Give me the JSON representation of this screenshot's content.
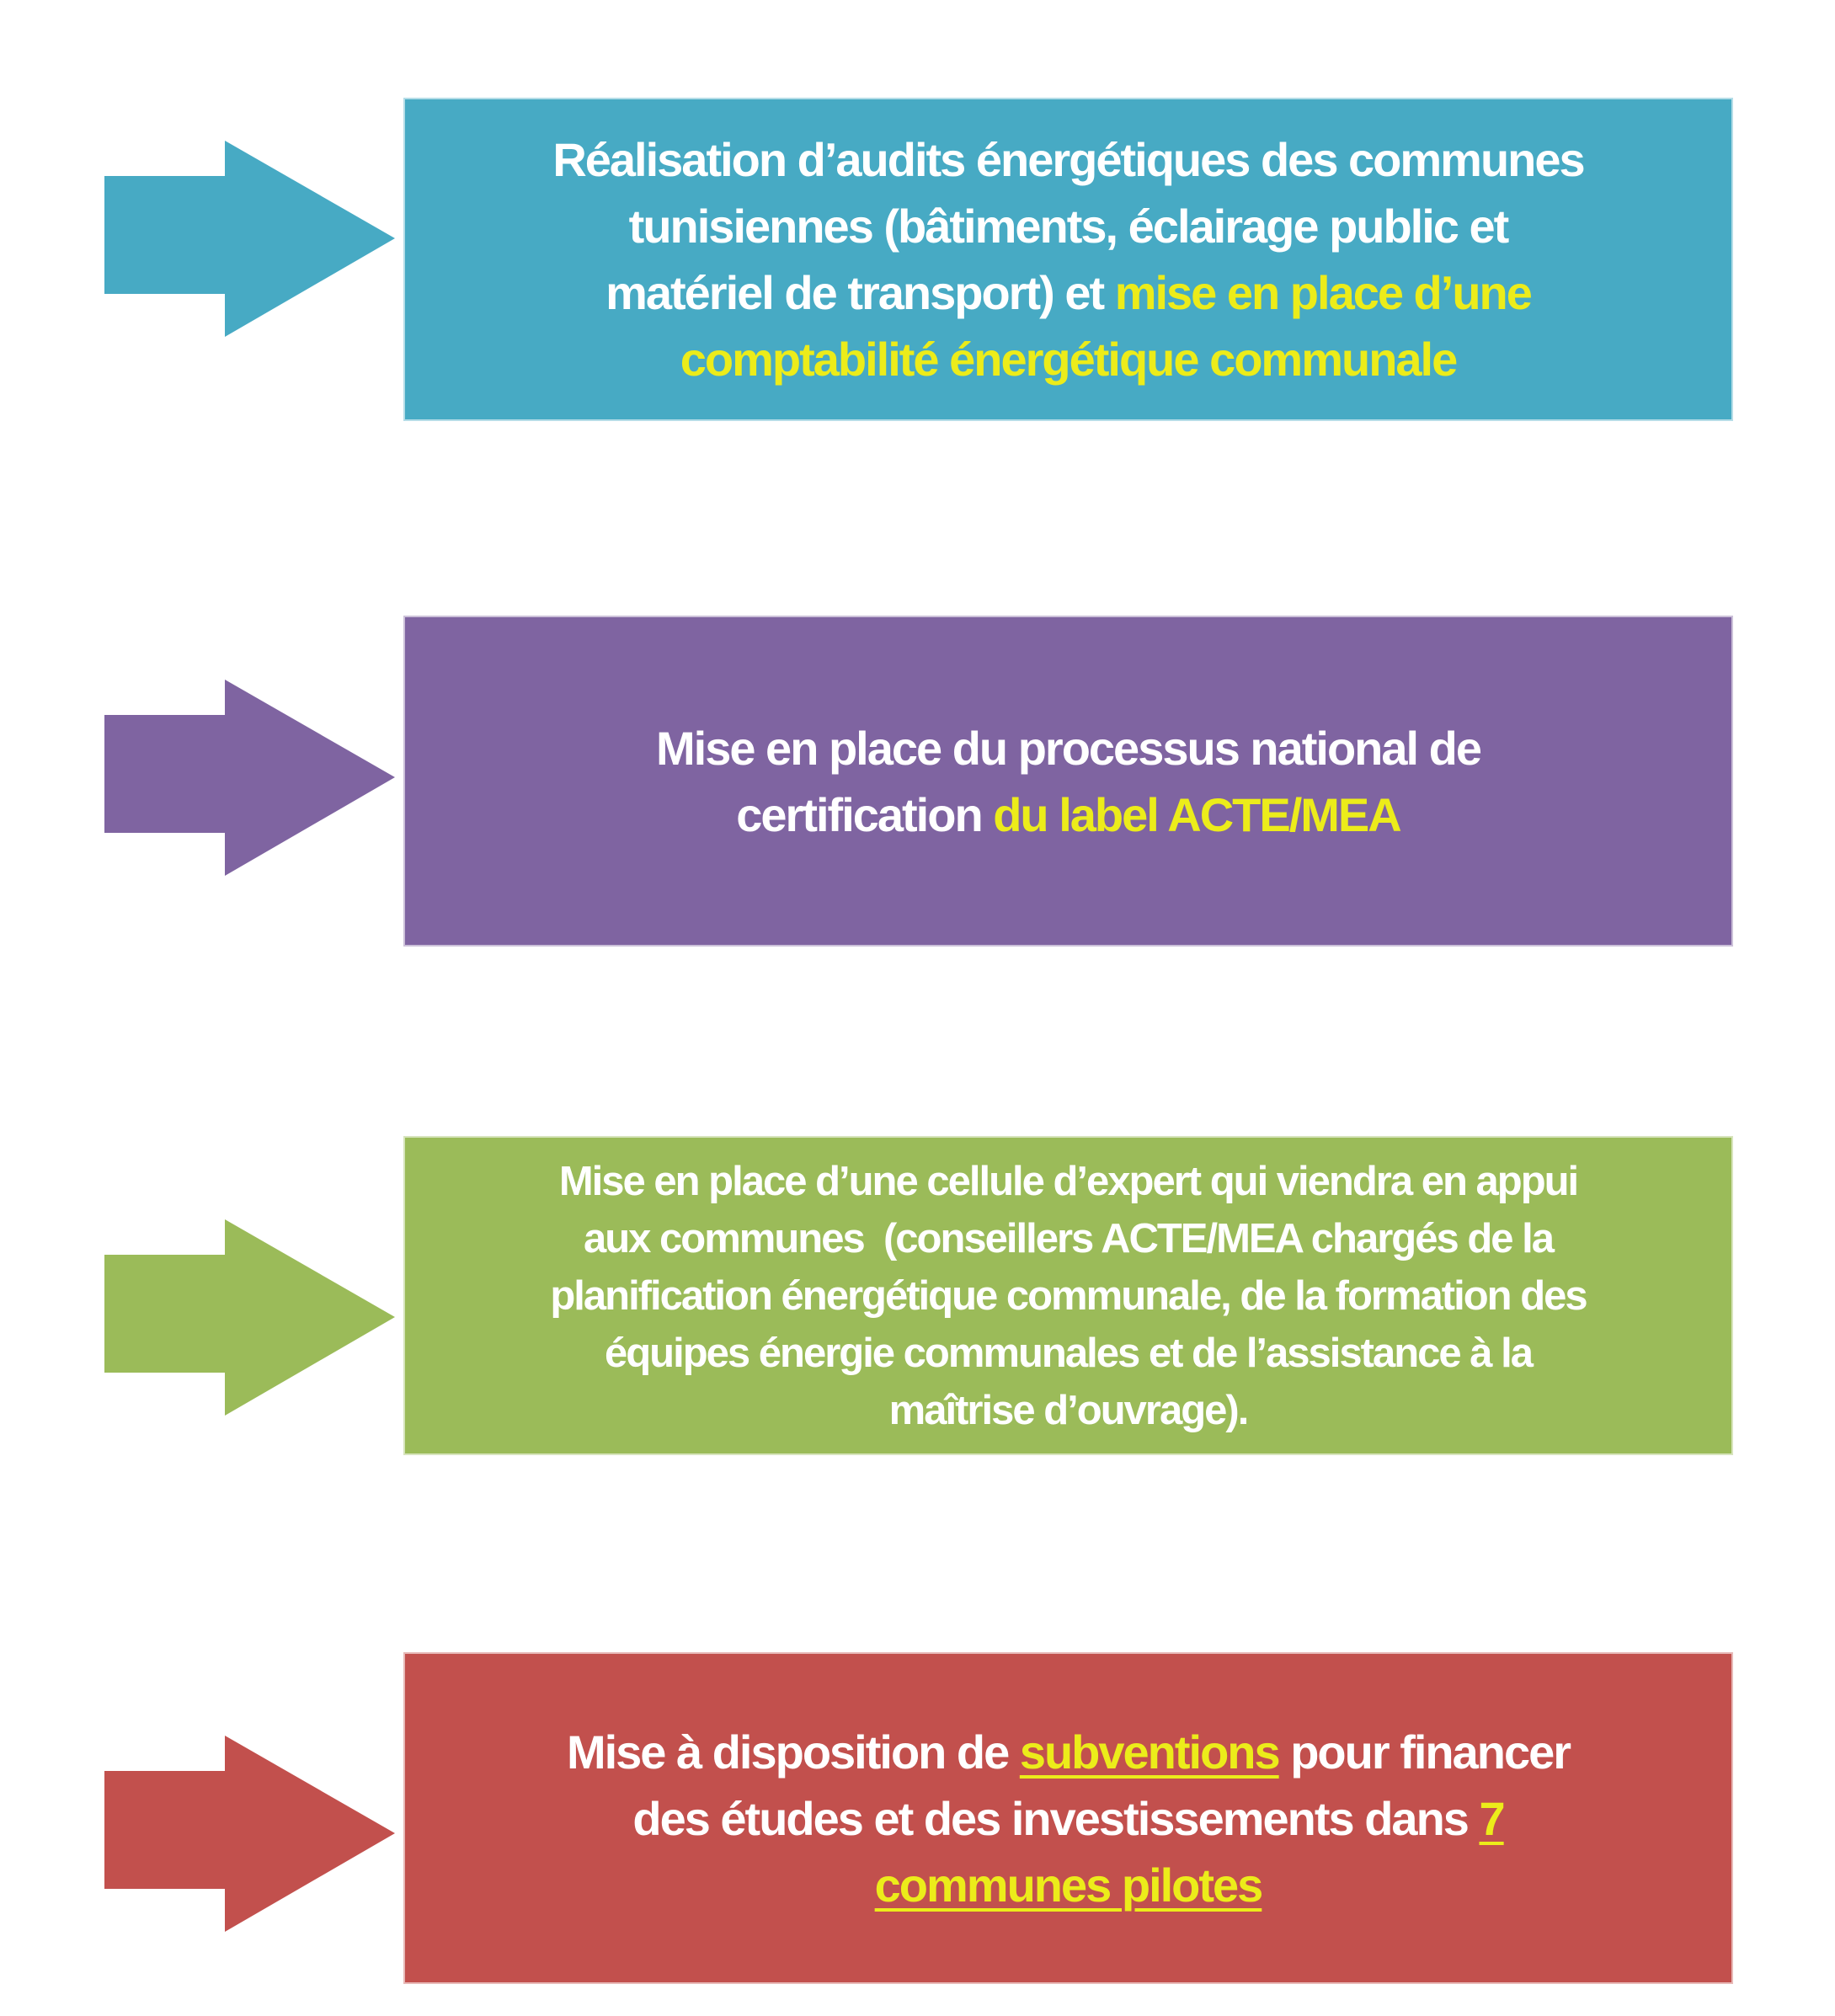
{
  "colors": {
    "step1": "#47aac4",
    "step2": "#7f64a1",
    "step3": "#9bbb59",
    "step4": "#c2504d",
    "highlight": "#ecec1a"
  },
  "steps": [
    {
      "lines": [
        {
          "a": "Réalisation d’audits énergétiques des communes",
          "b": ""
        },
        {
          "a": "tunisiennes (bâtiments, éclairage public et",
          "b": ""
        },
        {
          "a": "matériel de transport) et ",
          "b": "mise en place d’une"
        },
        {
          "a": "",
          "b": "comptabilité énergétique communale"
        }
      ]
    },
    {
      "lines": [
        {
          "a": "Mise en place du processus national de",
          "b": ""
        },
        {
          "a": "certification ",
          "b": "du label ACTE/MEA"
        }
      ]
    },
    {
      "lines": [
        {
          "a": "Mise en place d’une cellule d’expert qui viendra en appui"
        },
        {
          "a": "aux communes  (conseillers ACTE/MEA chargés de la"
        },
        {
          "a": "planification énergétique communale, de la formation des"
        },
        {
          "a": "équipes énergie communales et de l’assistance à la"
        },
        {
          "a": "maîtrise d’ouvrage)."
        }
      ]
    },
    {
      "lines": [
        {
          "a": "Mise à disposition de ",
          "u": "subventions",
          "c": " pour financer"
        },
        {
          "a": "des études et des investissements dans ",
          "u": "7"
        },
        {
          "u": "communes pilotes"
        }
      ]
    }
  ]
}
